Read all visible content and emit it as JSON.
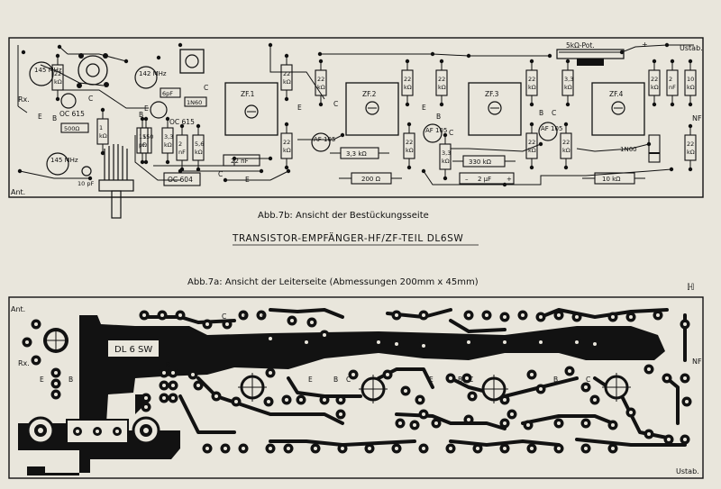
{
  "captions": {
    "fig7b": "Abb.7b: Ansicht der Bestückungsseite",
    "main_title": "TRANSISTOR-EMPFÄNGER-HF/ZF-TEIL DL6SW",
    "fig7a": "Abb.7a: Ansicht der Leiterseite (Abmessungen 200mm x 45mm)",
    "mark": "ℍ"
  },
  "component_side": {
    "inputs": [
      "Rx.",
      "Ant."
    ],
    "nf": "NF",
    "ustab": "Ustab.",
    "plus": "+",
    "crystals": [
      "145 MHz",
      "142 MHz",
      "145 MHz"
    ],
    "filters": [
      "ZF.1",
      "ZF.2",
      "ZF.3",
      "ZF.4"
    ],
    "transistors": [
      "OC 615",
      "OC 615",
      "AF 105",
      "AF 105",
      "AF 105",
      "OC 604"
    ],
    "diodes": [
      "1N60",
      "1N60"
    ],
    "pot": "5kΩ-Pot.",
    "pin_letters": [
      "E",
      "B",
      "C"
    ],
    "resistors_inline": [
      "3,3 kΩ",
      "200 Ω",
      "330 kΩ",
      "10 kΩ",
      "500Ω",
      "22 nF",
      "2 μF",
      "10 pF",
      "6pF"
    ],
    "vertical_values": [
      "22 kΩ",
      "3,3 kΩ",
      "2 nF",
      "5,6 kΩ",
      "15 pF",
      "150 Ω",
      "1 kΩ",
      "10 nF",
      "2 nF",
      "10 kΩ",
      "22 nF",
      "33 kΩ",
      "22 nF",
      "10 kΩ"
    ]
  },
  "copper_side": {
    "label": "DL 6 SW",
    "left_labels": [
      "Ant.",
      "Rx."
    ],
    "right_labels": [
      "NF",
      "Ustab."
    ],
    "pin_letters": [
      "E",
      "B",
      "C"
    ]
  }
}
